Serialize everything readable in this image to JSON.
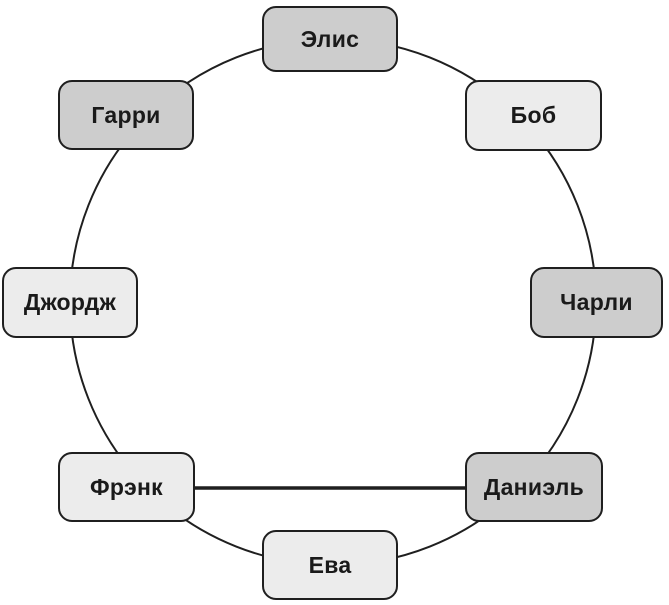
{
  "diagram": {
    "type": "circular-graph",
    "nodes": [
      {
        "id": "alice",
        "label": "Элис",
        "variant": "dark"
      },
      {
        "id": "bob",
        "label": "Боб",
        "variant": "light"
      },
      {
        "id": "charlie",
        "label": "Чарли",
        "variant": "dark"
      },
      {
        "id": "daniel",
        "label": "Даниэль",
        "variant": "dark"
      },
      {
        "id": "eva",
        "label": "Ева",
        "variant": "light"
      },
      {
        "id": "frank",
        "label": "Фрэнк",
        "variant": "light"
      },
      {
        "id": "george",
        "label": "Джордж",
        "variant": "light"
      },
      {
        "id": "harry",
        "label": "Гарри",
        "variant": "dark"
      }
    ],
    "ring_order": [
      "Элис",
      "Боб",
      "Чарли",
      "Даниэль",
      "Ева",
      "Фрэнк",
      "Джордж",
      "Гарри"
    ],
    "extra_edges": [
      {
        "from": "Фрэнк",
        "to": "Даниэль",
        "style": "straight-thick"
      }
    ],
    "colors": {
      "node_dark_fill": "#cdcdcd",
      "node_light_fill": "#ececec",
      "node_border": "#1f1f1f",
      "edge_stroke": "#1f1f1f",
      "text": "#1a1a1a",
      "background": "#ffffff"
    }
  }
}
